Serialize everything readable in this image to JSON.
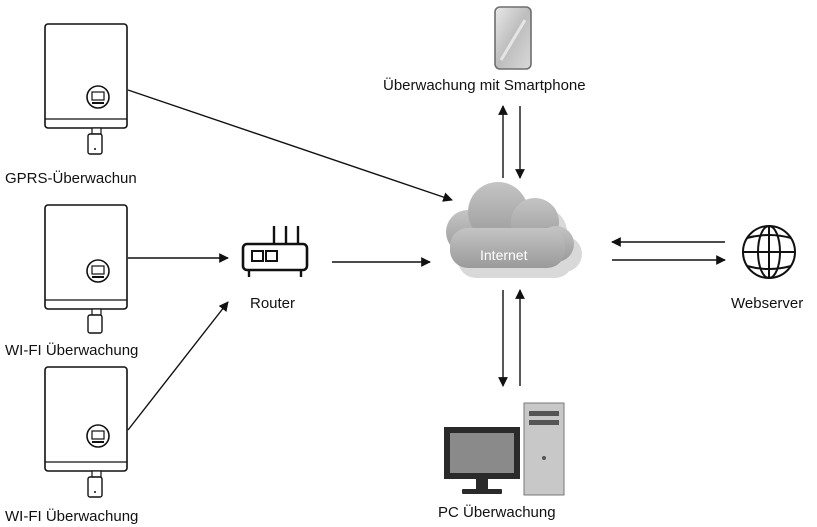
{
  "labels": {
    "gprs": "GPRS-Überwachun",
    "wifi1": "WI-FI Überwachung",
    "wifi2": "WI-FI Überwachung",
    "router": "Router",
    "internet": "Internet",
    "smartphone": "Überwachung mit Smartphone",
    "webserver": "Webserver",
    "pc": "PC Überwachung"
  }
}
